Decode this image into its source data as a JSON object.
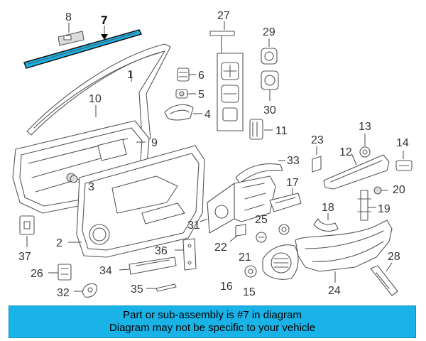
{
  "callouts": {
    "p1": "1",
    "p2": "2",
    "p3": "3",
    "p4": "4",
    "p5": "5",
    "p6": "6",
    "p7": "7",
    "p8": "8",
    "p9": "9",
    "p10": "10",
    "p11": "11",
    "p12": "12",
    "p13": "13",
    "p14": "14",
    "p15": "15",
    "p16": "16",
    "p17": "17",
    "p18": "18",
    "p19": "19",
    "p20": "20",
    "p21": "21",
    "p22": "22",
    "p23": "23",
    "p24": "24",
    "p25": "25",
    "p26": "26",
    "p27": "27",
    "p28": "28",
    "p29": "29",
    "p30": "30",
    "p31": "31",
    "p32": "32",
    "p33": "33",
    "p34": "34",
    "p35": "35",
    "p36": "36",
    "p37": "37"
  },
  "highlighted_part": "7",
  "banner": {
    "line1": "Part or sub-assembly is #7 in diagram",
    "line2": "Diagram may not be specific to your vehicle"
  },
  "colors": {
    "highlight": "#1ab3e8",
    "banner_bg": "#1ab3e8",
    "line": "#555555"
  }
}
